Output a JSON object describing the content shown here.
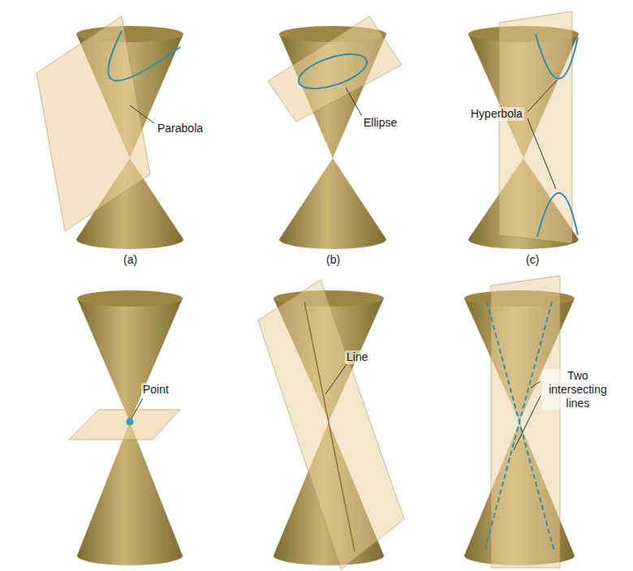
{
  "diagram": {
    "labels": [
      "Parabola",
      "Ellipse",
      "Hyperbola",
      "(a)",
      "(b)",
      "(c)",
      "Point",
      "Line",
      "Two intersecting lines"
    ]
  }
}
